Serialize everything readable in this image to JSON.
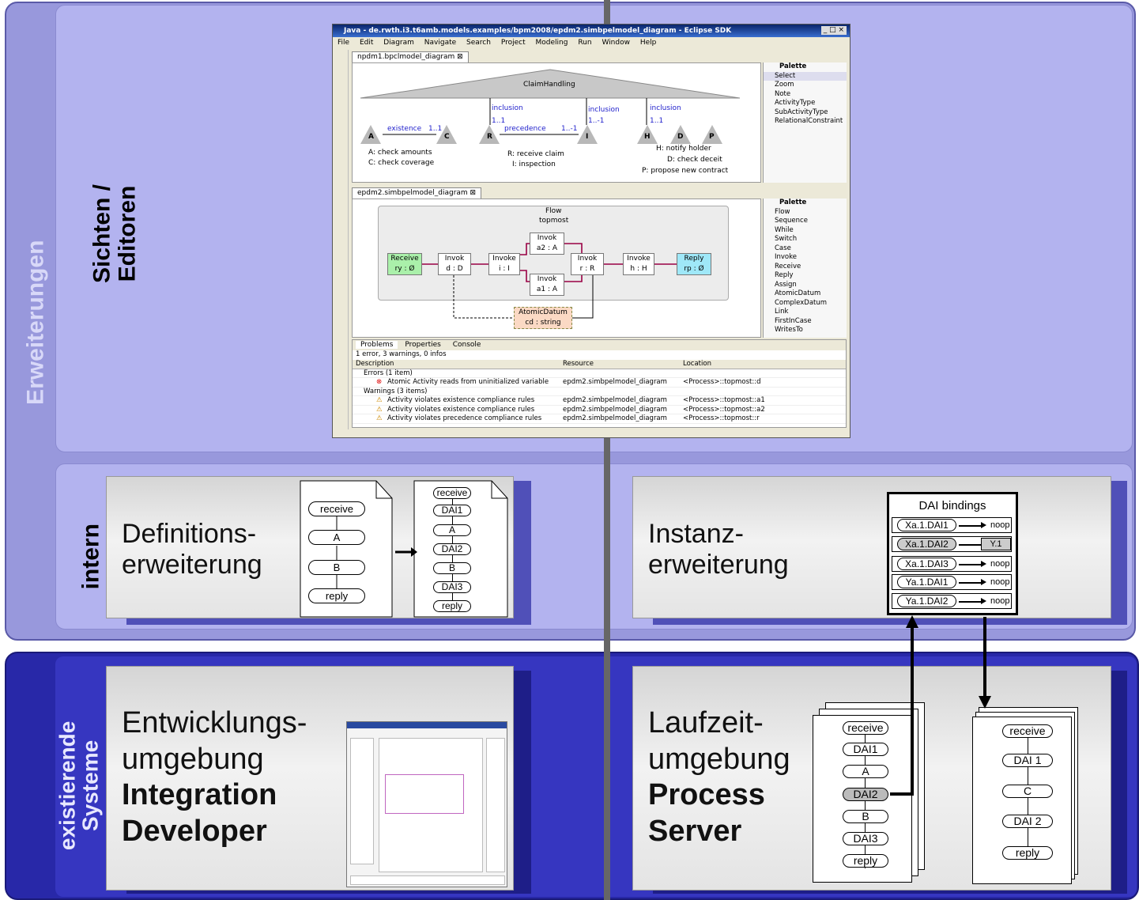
{
  "labels": {
    "erweiterungen": "Erweiterungen",
    "sichten": "Sichten /\nEditoren",
    "intern": "intern",
    "existierende": "existierende\nSysteme"
  },
  "boxes": {
    "definition": {
      "line1": "Definitions-",
      "line2": "erweiterung"
    },
    "instanz": {
      "line1": "Instanz-",
      "line2": "erweiterung"
    },
    "entwicklung": {
      "line1": "Entwicklungs-",
      "line2": "umgebung",
      "bold1": "Integration",
      "bold2": "Developer"
    },
    "laufzeit": {
      "line1": "Laufzeit-",
      "line2": "umgebung",
      "bold1": "Process",
      "bold2": "Server"
    }
  },
  "definition_flows": {
    "left": [
      "receive",
      "A",
      "B",
      "reply"
    ],
    "right": [
      "receive",
      "DAI1",
      "A",
      "DAI2",
      "B",
      "DAI3",
      "reply"
    ]
  },
  "dai_bindings": {
    "title": "DAI bindings",
    "rows": [
      {
        "left": "Xa.1.DAI1",
        "right": "noop"
      },
      {
        "left": "Xa.1.DAI2",
        "right": "Y.1"
      },
      {
        "left": "Xa.1.DAI3",
        "right": "noop"
      },
      {
        "left": "Ya.1.DAI1",
        "right": "noop"
      },
      {
        "left": "Ya.1.DAI2",
        "right": "noop"
      }
    ]
  },
  "runtime_flows": {
    "left": [
      "receive",
      "DAI1",
      "A",
      "DAI2",
      "B",
      "DAI3",
      "reply"
    ],
    "right": [
      "receive",
      "DAI 1",
      "C",
      "DAI 2",
      "reply"
    ]
  },
  "eclipse": {
    "title": "Java - de.rwth.i3.t6amb.models.examples/bpm2008/epdm2.simbpelmodel_diagram - Eclipse SDK",
    "menu": [
      "File",
      "Edit",
      "Diagram",
      "Navigate",
      "Search",
      "Project",
      "Modeling",
      "Run",
      "Window",
      "Help"
    ],
    "tab1": "npdm1.bpclmodel_diagram",
    "tab2": "epdm2.simbpelmodel_diagram",
    "diagram1": {
      "root": "ClaimHandling",
      "nodes": [
        "A",
        "C",
        "R",
        "I",
        "H",
        "D",
        "P"
      ],
      "existence": "existence",
      "existence_mult": "1..1",
      "precedence": "precedence",
      "precedence_mult1": "1..1",
      "precedence_mult2": "1..-1",
      "inclusion": "inclusion",
      "mult_i": "1..-1",
      "mult_h": "1..1",
      "legend_a": "A: check amounts",
      "legend_c": "C: check coverage",
      "legend_r": "R: receive claim",
      "legend_i": "I: inspection",
      "legend_h": "H: notify holder",
      "legend_d": "D: check deceit",
      "legend_p": "P: propose new contract"
    },
    "palette_label": "Palette",
    "palette1": [
      "Select",
      "Zoom",
      "Note",
      "ActivityType",
      "SubActivityType",
      "RelationalConstraint"
    ],
    "diagram2": {
      "flow": "Flow",
      "topmost": "topmost",
      "receive": [
        "Receive",
        "ry : Ø"
      ],
      "invoke_d": [
        "Invok",
        "d : D"
      ],
      "invoke_i": [
        "Invoke",
        "i : I"
      ],
      "invoke_a2": [
        "Invok",
        "a2 : A"
      ],
      "invoke_a1": [
        "Invok",
        "a1 : A"
      ],
      "invoke_r": [
        "Invok",
        "r : R"
      ],
      "invoke_h": [
        "Invoke",
        "h : H"
      ],
      "reply": [
        "Reply",
        "rp : Ø"
      ],
      "atomic": [
        "AtomicDatum",
        "cd : string"
      ]
    },
    "palette2": [
      "Flow",
      "Sequence",
      "While",
      "Switch",
      "Case",
      "Invoke",
      "Receive",
      "Reply",
      "Assign",
      "AtomicDatum",
      "ComplexDatum",
      "Link",
      "FirstInCase",
      "WritesTo"
    ],
    "problems": {
      "tabs": [
        "Problems",
        "Properties",
        "Console"
      ],
      "summary": "1 error, 3 warnings, 0 infos",
      "headers": [
        "Description",
        "Resource",
        "Location"
      ],
      "rows": [
        {
          "desc": "Errors (1 item)",
          "res": "",
          "loc": ""
        },
        {
          "desc": "Atomic Activity reads from uninitialized variable",
          "res": "epdm2.simbpelmodel_diagram",
          "loc": "<Process>::topmost::d"
        },
        {
          "desc": "Warnings (3 items)",
          "res": "",
          "loc": ""
        },
        {
          "desc": "Activity violates existence compliance rules",
          "res": "epdm2.simbpelmodel_diagram",
          "loc": "<Process>::topmost::a1"
        },
        {
          "desc": "Activity violates existence compliance rules",
          "res": "epdm2.simbpelmodel_diagram",
          "loc": "<Process>::topmost::a2"
        },
        {
          "desc": "Activity violates precedence compliance rules",
          "res": "epdm2.simbpelmodel_diagram",
          "loc": "<Process>::topmost::r"
        }
      ]
    }
  },
  "colors": {
    "outer_light": "#9c9ce2",
    "panel_light": "#b9b9f2",
    "outer_dark": "#2b2bb4",
    "inner_dark": "#3838c8",
    "divider": "#666666"
  }
}
